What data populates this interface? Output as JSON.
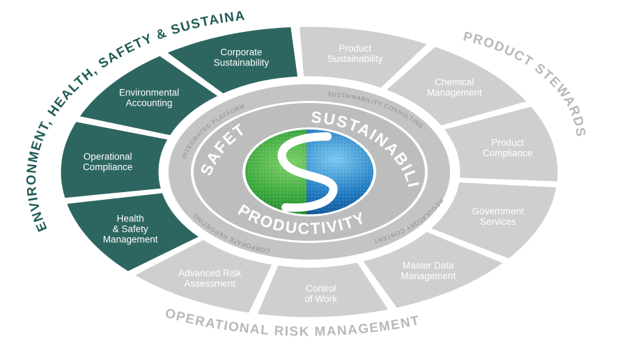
{
  "colors": {
    "teal": "#2d6660",
    "gray_segment": "#cfcfcf",
    "inner_ring": "#bdbdbd",
    "outer_title_gray": "#b8b8b8",
    "outer_title_teal": "#1f5b56",
    "logo_green": "#3aa83c",
    "logo_blue": "#1f7ac1"
  },
  "outer_titles": {
    "ehss": "ENVIRONMENT, HEALTH, SAFETY & SUSTAINABILITY",
    "product_stewardship": "PRODUCT STEWARDSHIP",
    "operational_risk": "OPERATIONAL RISK MANAGEMENT"
  },
  "segments": [
    {
      "line1": "Corporate",
      "line2": "Sustainability",
      "line3": "",
      "group": "teal"
    },
    {
      "line1": "Product",
      "line2": "Sustainability",
      "line3": "",
      "group": "gray"
    },
    {
      "line1": "Chemical",
      "line2": "Management",
      "line3": "",
      "group": "gray"
    },
    {
      "line1": "Product",
      "line2": "Compliance",
      "line3": "",
      "group": "gray"
    },
    {
      "line1": "Government",
      "line2": "Services",
      "line3": "",
      "group": "gray"
    },
    {
      "line1": "Master Data",
      "line2": "Management",
      "line3": "",
      "group": "gray"
    },
    {
      "line1": "Control",
      "line2": "of Work",
      "line3": "",
      "group": "gray"
    },
    {
      "line1": "Advanced Risk",
      "line2": "Assessment",
      "line3": "",
      "group": "gray"
    },
    {
      "line1": "Health",
      "line2": "& Safety",
      "line3": "Management",
      "group": "teal"
    },
    {
      "line1": "Operational",
      "line2": "Compliance",
      "line3": "",
      "group": "teal"
    },
    {
      "line1": "Environmental",
      "line2": "Accounting",
      "line3": "",
      "group": "teal"
    }
  ],
  "inner_ring_labels": {
    "integrated_platform": "INTEGRATED PLATFORM",
    "sustainability_consulting": "SUSTAINABILITY CONSULTING",
    "regulatory_content": "REGULATORY CONTENT",
    "corporate_reporting": "CORPORATE REPORTING"
  },
  "core_words": {
    "safety": "SAFETY",
    "sustainability": "SUSTAINABILITY",
    "productivity": "PRODUCTIVITY"
  }
}
